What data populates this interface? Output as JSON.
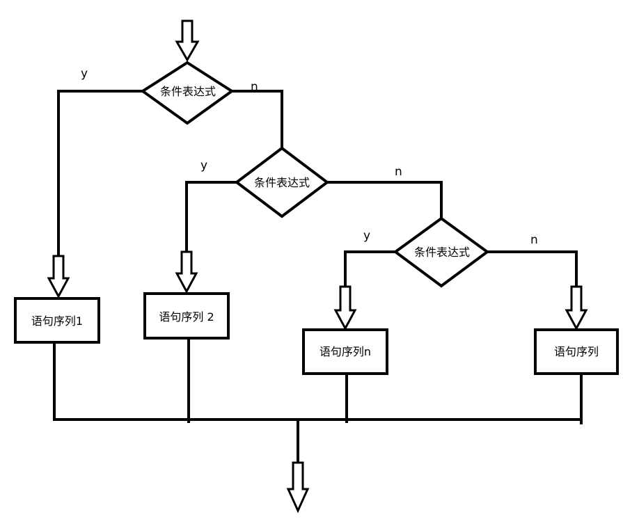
{
  "diagram": {
    "conditions": [
      {
        "label": "条件表达式",
        "yes": "y",
        "no": "n"
      },
      {
        "label": "条件表达式",
        "yes": "y",
        "no": "n"
      },
      {
        "label": "条件表达式",
        "yes": "y",
        "no": "n"
      }
    ],
    "statements": [
      {
        "label": "语句序列1"
      },
      {
        "label": "语句序列 2"
      },
      {
        "label": "语句序列n"
      },
      {
        "label": "语句序列"
      }
    ]
  }
}
